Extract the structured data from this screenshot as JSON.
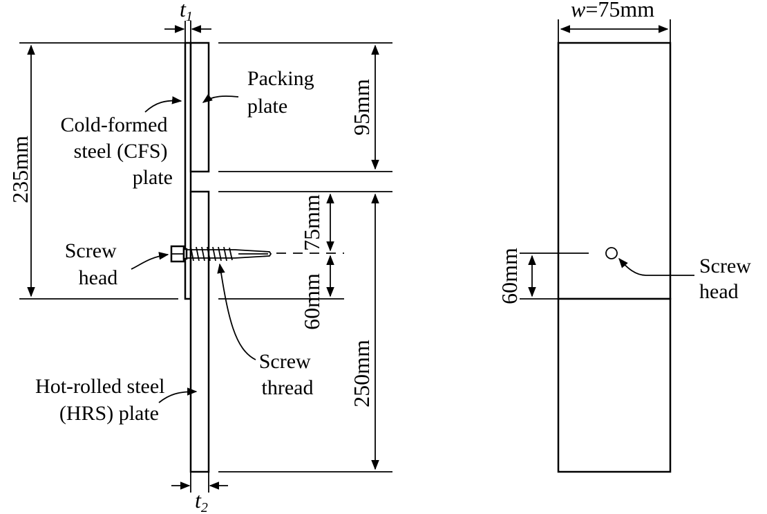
{
  "labels": {
    "packing_plate_1": "Packing",
    "packing_plate_2": "plate",
    "cfs_1": "Cold-formed",
    "cfs_2": "steel (CFS)",
    "cfs_3": "plate",
    "screw_head_1": "Screw",
    "screw_head_2": "head",
    "screw_thread_1": "Screw",
    "screw_thread_2": "thread",
    "hrs_1": "Hot-rolled steel",
    "hrs_2": "(HRS) plate",
    "right_screw_head_1": "Screw",
    "right_screw_head_2": "head"
  },
  "dimensions": {
    "t1_var": "t",
    "t1_sub": "1",
    "t2_var": "t",
    "t2_sub": "2",
    "left_height": "235mm",
    "packing_height": "95mm",
    "gap_upper": "75mm",
    "gap_lower": "60mm",
    "hrs_length": "250mm",
    "width_var": "w",
    "width_value": "=75mm",
    "right_edge": "60mm"
  },
  "colors": {
    "line": "#000000",
    "background": "#ffffff"
  }
}
